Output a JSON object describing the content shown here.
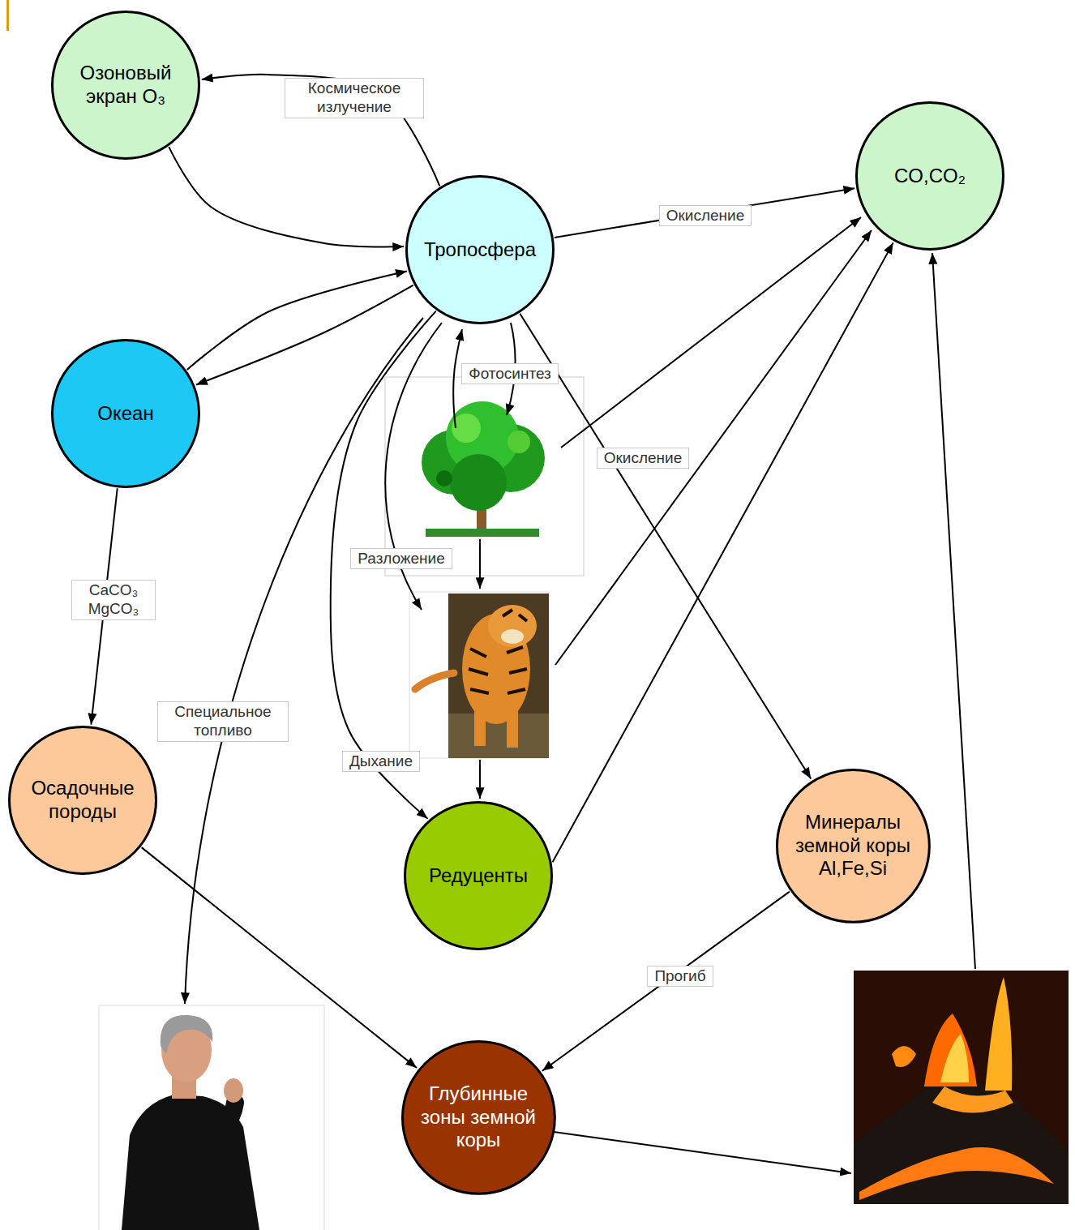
{
  "diagram": {
    "nodes": [
      {
        "text": [
          "Озоновый экран O₃"
        ]
      },
      {
        "text": [
          "CO,CO₂"
        ]
      },
      {
        "text": [
          "Тропосфера"
        ]
      },
      {
        "text": [
          "Океан"
        ]
      },
      {
        "text": [
          "Осадочные породы"
        ]
      },
      {
        "text": [
          "Минералы земной коры Al,Fe,Si"
        ]
      },
      {
        "text": [
          "Редуценты"
        ]
      },
      {
        "text": [
          "Глубинные зоны земной коры"
        ]
      }
    ],
    "edges": [
      {
        "from": 2,
        "to": 0,
        "label": "Космическое излучение",
        "arrow": "to"
      },
      {
        "from": 0,
        "to": 2,
        "arrow": "to"
      },
      {
        "from": 2,
        "to": 1,
        "label": "Окисление",
        "arrow": "to"
      },
      {
        "from": 3,
        "to": 2,
        "arrow": "to"
      },
      {
        "from": 2,
        "to": 3,
        "arrow": "to"
      },
      {
        "from": 3,
        "to": 4,
        "label": "CaCO₃ MgCO₃",
        "arrow": "to"
      },
      {
        "from": 2,
        "to": 6,
        "label": "Дыхание",
        "arrow": "to"
      },
      {
        "from": 6,
        "to": 1,
        "arrow": "to"
      },
      {
        "from": 2,
        "to": 5,
        "label": "Окисление",
        "arrow": "to"
      },
      {
        "from": 5,
        "to": 7,
        "label": "Прогиб",
        "arrow": "to"
      },
      {
        "from": 4,
        "to": 7,
        "arrow": "to"
      }
    ],
    "labels": [
      "Фотосинтез",
      "Разложение",
      "Специальное топливо"
    ]
  }
}
